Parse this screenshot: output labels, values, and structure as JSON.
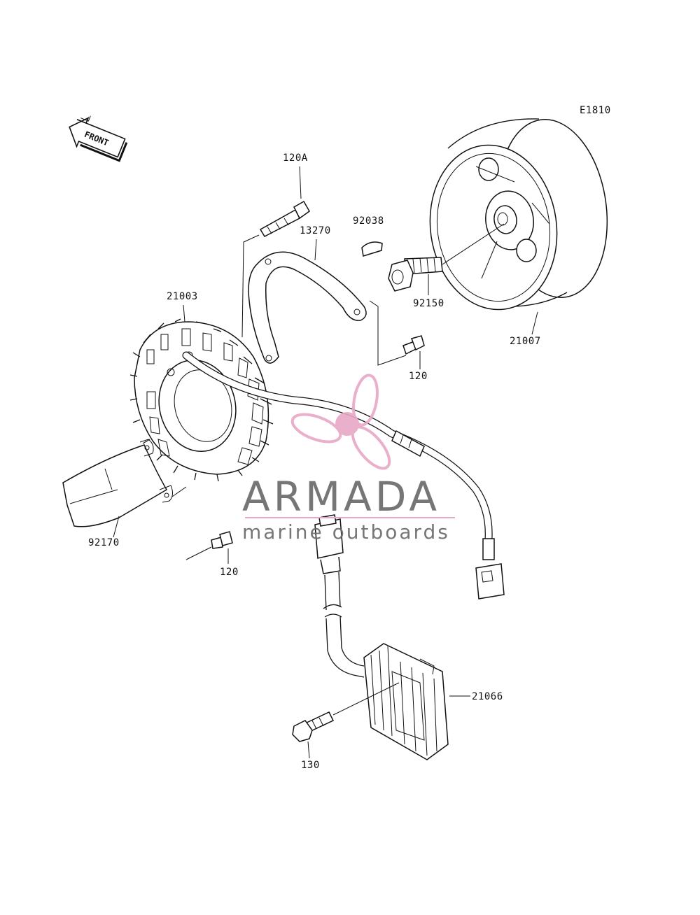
{
  "diagram_code": "E1810",
  "front_label": "FRONT",
  "parts": {
    "p21003": "21003",
    "p21007": "21007",
    "p21066": "21066",
    "p92170": "92170",
    "p13270": "13270",
    "p92038": "92038",
    "p92150": "92150",
    "p120A": "120A",
    "p120_upper": "120",
    "p120_lower": "120",
    "p130": "130"
  },
  "watermark": {
    "brand": "ARMADA",
    "tagline": "marine outboards",
    "colors": {
      "logo": "#e8a7c6",
      "text": "#6b6b6b"
    }
  }
}
